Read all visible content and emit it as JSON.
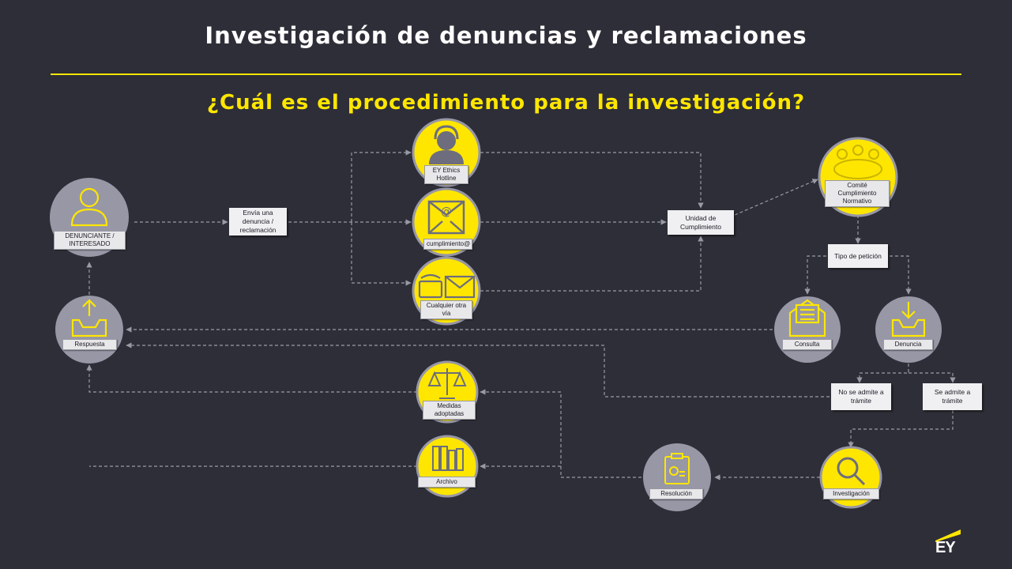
{
  "header": {
    "title": "Investigación de denuncias y reclamaciones",
    "subtitle": "¿Cuál es el procedimiento para la investigación?"
  },
  "colors": {
    "background": "#2e2e38",
    "accent": "#ffe600",
    "node_gray": "#9797a6"
  },
  "nodes": {
    "denunciante": "DENUNCIANTE / INTERESADO",
    "hotline": "EY Ethics Hotline",
    "email": "cumplimiento@",
    "otra_via": "Cualquier otra vía",
    "comite": "Comité Cumplimiento Normativo",
    "consulta": "Consulta",
    "denuncia": "Denuncia",
    "respuesta": "Respuesta",
    "medidas": "Medidas adoptadas",
    "archivo": "Archivo",
    "resolucion": "Resolución",
    "investigacion": "Investigación"
  },
  "boxes": {
    "envia": "Envía una denuncia / reclamación",
    "unidad": "Unidad de Cumplimiento",
    "tipo": "Tipo de petición",
    "no_admite": "No se admite a trámite",
    "se_admite": "Se admite a trámite"
  },
  "icons": [
    "person-icon",
    "headset-agent-icon",
    "email-envelope-icon",
    "phone-mail-icon",
    "meeting-table-icon",
    "inbox-upload-icon",
    "open-letter-icon",
    "inbox-download-icon",
    "scales-icon",
    "archive-binders-icon",
    "certificate-icon",
    "magnifier-icon"
  ],
  "logo": {
    "text": "EY"
  }
}
